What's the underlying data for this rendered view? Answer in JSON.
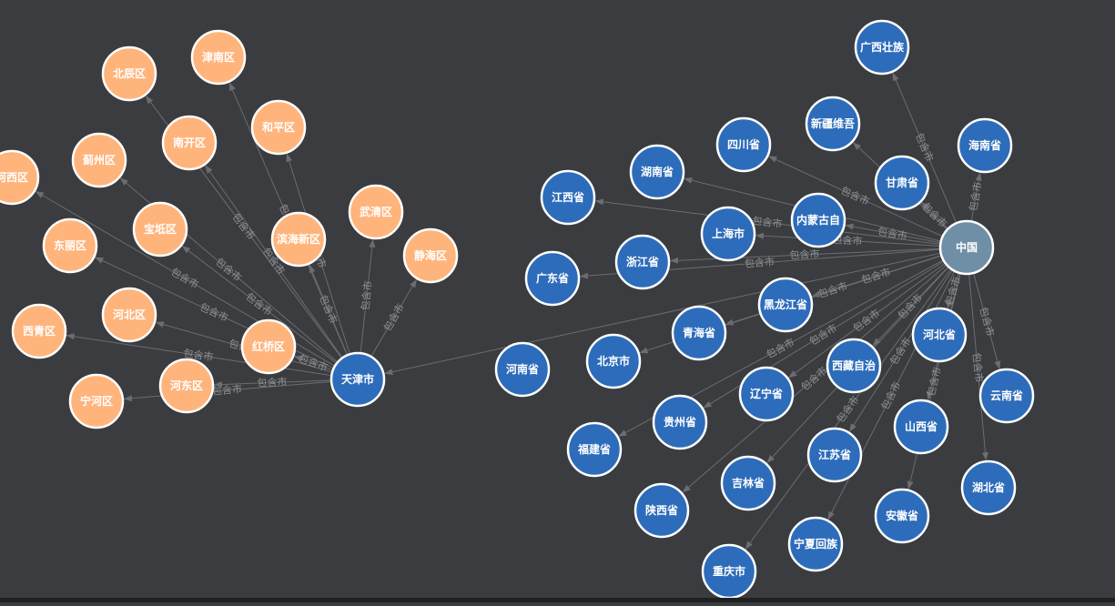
{
  "colors": {
    "background": "#3a3c3f",
    "district": "#ffb47b",
    "province": "#2d6cba",
    "root": "#6f8fa6",
    "edge": "#6b6d70",
    "edge_label": "#8e9094"
  },
  "edge_label_text": "包含市",
  "nodes": [
    {
      "id": "china",
      "label": "中国",
      "group": "root"
    },
    {
      "id": "tianjin",
      "label": "天津市",
      "group": "province"
    },
    {
      "id": "guangxi",
      "label": "广西壮族",
      "group": "province"
    },
    {
      "id": "xinjiang",
      "label": "新疆维吾",
      "group": "province"
    },
    {
      "id": "sichuan",
      "label": "四川省",
      "group": "province"
    },
    {
      "id": "hainan",
      "label": "海南省",
      "group": "province"
    },
    {
      "id": "gansu",
      "label": "甘肃省",
      "group": "province"
    },
    {
      "id": "hunan",
      "label": "湖南省",
      "group": "province"
    },
    {
      "id": "jiangxi",
      "label": "江西省",
      "group": "province"
    },
    {
      "id": "neimenggu",
      "label": "内蒙古自",
      "group": "province"
    },
    {
      "id": "shanghai",
      "label": "上海市",
      "group": "province"
    },
    {
      "id": "zhejiang",
      "label": "浙江省",
      "group": "province"
    },
    {
      "id": "guangdong",
      "label": "广东省",
      "group": "province"
    },
    {
      "id": "heilongjiang",
      "label": "黑龙江省",
      "group": "province"
    },
    {
      "id": "qinghai",
      "label": "青海省",
      "group": "province"
    },
    {
      "id": "hebei",
      "label": "河北省",
      "group": "province"
    },
    {
      "id": "yunnan",
      "label": "云南省",
      "group": "province"
    },
    {
      "id": "henan",
      "label": "河南省",
      "group": "province"
    },
    {
      "id": "beijing",
      "label": "北京市",
      "group": "province"
    },
    {
      "id": "xizang",
      "label": "西藏自治",
      "group": "province"
    },
    {
      "id": "liaoning",
      "label": "辽宁省",
      "group": "province"
    },
    {
      "id": "shanxi",
      "label": "山西省",
      "group": "province"
    },
    {
      "id": "guizhou",
      "label": "贵州省",
      "group": "province"
    },
    {
      "id": "fujian",
      "label": "福建省",
      "group": "province"
    },
    {
      "id": "jiangsu",
      "label": "江苏省",
      "group": "province"
    },
    {
      "id": "jilin",
      "label": "吉林省",
      "group": "province"
    },
    {
      "id": "hubei",
      "label": "湖北省",
      "group": "province"
    },
    {
      "id": "shaanxi",
      "label": "陕西省",
      "group": "province"
    },
    {
      "id": "anhui",
      "label": "安徽省",
      "group": "province"
    },
    {
      "id": "ningxia",
      "label": "宁夏回族",
      "group": "province"
    },
    {
      "id": "chongqing",
      "label": "重庆市",
      "group": "province"
    },
    {
      "id": "jinnan",
      "label": "津南区",
      "group": "district"
    },
    {
      "id": "beichen",
      "label": "北辰区",
      "group": "district"
    },
    {
      "id": "heping",
      "label": "和平区",
      "group": "district"
    },
    {
      "id": "nankai",
      "label": "南开区",
      "group": "district"
    },
    {
      "id": "jizhou",
      "label": "蓟州区",
      "group": "district"
    },
    {
      "id": "hexi",
      "label": "河西区",
      "group": "district"
    },
    {
      "id": "baodi",
      "label": "宝坻区",
      "group": "district"
    },
    {
      "id": "wuqing",
      "label": "武清区",
      "group": "district"
    },
    {
      "id": "dongli",
      "label": "东丽区",
      "group": "district"
    },
    {
      "id": "binhai",
      "label": "滨海新区",
      "group": "district"
    },
    {
      "id": "jinghai",
      "label": "静海区",
      "group": "district"
    },
    {
      "id": "hebeiqu",
      "label": "河北区",
      "group": "district"
    },
    {
      "id": "xiqing",
      "label": "西青区",
      "group": "district"
    },
    {
      "id": "hongqiao",
      "label": "红桥区",
      "group": "district"
    },
    {
      "id": "hedong",
      "label": "河东区",
      "group": "district"
    },
    {
      "id": "ninghe",
      "label": "宁河区",
      "group": "district"
    }
  ],
  "edges": [
    {
      "from": "china",
      "to": "tianjin",
      "label": ""
    },
    {
      "from": "china",
      "to": "guangxi",
      "label": "包含市"
    },
    {
      "from": "china",
      "to": "xinjiang",
      "label": "包含市"
    },
    {
      "from": "china",
      "to": "sichuan",
      "label": "包含市"
    },
    {
      "from": "china",
      "to": "hainan",
      "label": "包含市"
    },
    {
      "from": "china",
      "to": "gansu",
      "label": "包含市"
    },
    {
      "from": "china",
      "to": "hunan",
      "label": "包含市"
    },
    {
      "from": "china",
      "to": "jiangxi",
      "label": "包含市"
    },
    {
      "from": "china",
      "to": "neimenggu",
      "label": "包含市"
    },
    {
      "from": "china",
      "to": "shanghai",
      "label": "包含市"
    },
    {
      "from": "china",
      "to": "zhejiang",
      "label": "包含市"
    },
    {
      "from": "china",
      "to": "guangdong",
      "label": "包含市"
    },
    {
      "from": "china",
      "to": "heilongjiang",
      "label": "包含市"
    },
    {
      "from": "china",
      "to": "qinghai",
      "label": "包含市"
    },
    {
      "from": "china",
      "to": "hebei",
      "label": "包含市"
    },
    {
      "from": "china",
      "to": "yunnan",
      "label": "包含市"
    },
    {
      "from": "china",
      "to": "beijing",
      "label": "包含市"
    },
    {
      "from": "china",
      "to": "xizang",
      "label": "包含市"
    },
    {
      "from": "china",
      "to": "liaoning",
      "label": "包含市"
    },
    {
      "from": "china",
      "to": "shanxi",
      "label": "包含市"
    },
    {
      "from": "china",
      "to": "guizhou",
      "label": "包含市"
    },
    {
      "from": "china",
      "to": "fujian",
      "label": "包含市"
    },
    {
      "from": "china",
      "to": "jiangsu",
      "label": "包含市"
    },
    {
      "from": "china",
      "to": "jilin",
      "label": "包含市"
    },
    {
      "from": "china",
      "to": "hubei",
      "label": "包含市"
    },
    {
      "from": "china",
      "to": "shaanxi",
      "label": "包含市"
    },
    {
      "from": "china",
      "to": "anhui",
      "label": "包含市"
    },
    {
      "from": "china",
      "to": "ningxia",
      "label": "包含市"
    },
    {
      "from": "china",
      "to": "chongqing",
      "label": "包含市"
    },
    {
      "from": "tianjin",
      "to": "jinnan",
      "label": "包含市"
    },
    {
      "from": "tianjin",
      "to": "beichen",
      "label": "包含市"
    },
    {
      "from": "tianjin",
      "to": "heping",
      "label": "包含市"
    },
    {
      "from": "tianjin",
      "to": "nankai",
      "label": "包含市"
    },
    {
      "from": "tianjin",
      "to": "jizhou",
      "label": "包含市"
    },
    {
      "from": "tianjin",
      "to": "hexi",
      "label": "包含市"
    },
    {
      "from": "tianjin",
      "to": "baodi",
      "label": "包含市"
    },
    {
      "from": "tianjin",
      "to": "wuqing",
      "label": "包含市"
    },
    {
      "from": "tianjin",
      "to": "dongli",
      "label": "包含市"
    },
    {
      "from": "tianjin",
      "to": "binhai",
      "label": "包含市"
    },
    {
      "from": "tianjin",
      "to": "jinghai",
      "label": "包含市"
    },
    {
      "from": "tianjin",
      "to": "hebeiqu",
      "label": "包含市"
    },
    {
      "from": "tianjin",
      "to": "xiqing",
      "label": "包含市"
    },
    {
      "from": "tianjin",
      "to": "hongqiao",
      "label": "包含市"
    },
    {
      "from": "tianjin",
      "to": "hedong",
      "label": "包含市"
    },
    {
      "from": "tianjin",
      "to": "ninghe",
      "label": "包含市"
    }
  ]
}
